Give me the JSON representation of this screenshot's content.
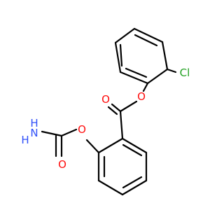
{
  "structure": {
    "colors": {
      "bond": "#000000",
      "oxygen": "#ff0d0d",
      "nitrogen": "#3050f8",
      "chlorine": "#1fa01f",
      "background": "#ffffff"
    },
    "labels": {
      "chlorine": "Cl",
      "ester_carbonyl_oxygen": "O",
      "ester_ether_oxygen": "O",
      "carbamate_ether_oxygen": "O",
      "carbamate_carbonyl_oxygen": "O",
      "amine_nitrogen": "N",
      "amine_hydrogen_1": "H",
      "amine_hydrogen_2": "H"
    }
  }
}
